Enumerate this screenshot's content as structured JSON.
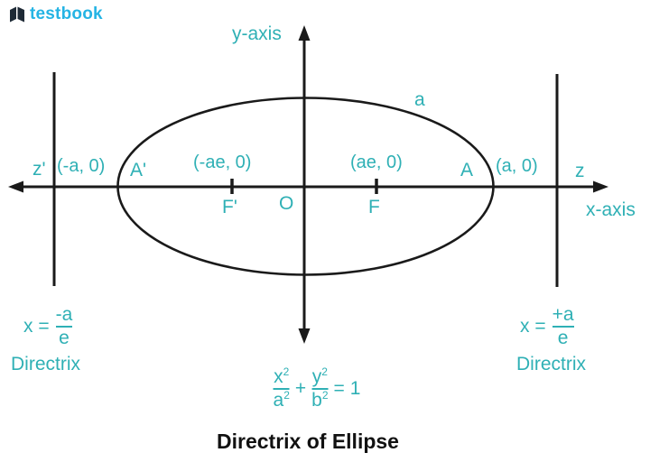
{
  "brand": {
    "name": "testbook",
    "logo_icon": "open-book-icon",
    "text_color": "#25b4e4",
    "icon_color": "#1e2a36"
  },
  "colors": {
    "label_teal": "#2fb0b5",
    "line_black": "#1a1a1a",
    "title_black": "#111111"
  },
  "axes": {
    "y_axis_label": "y-axis",
    "x_axis_label": "x-axis",
    "z_left_label": "z'",
    "z_right_label": "z"
  },
  "ellipse": {
    "semi_major_label": "a",
    "origin_label": "O",
    "vertex_left_label": "A'",
    "vertex_left_coord": "(-a, 0)",
    "vertex_right_label": "A",
    "vertex_right_coord": "(a, 0)",
    "focus_left_label": "F'",
    "focus_left_coord": "(-ae, 0)",
    "focus_right_label": "F",
    "focus_right_coord": "(ae, 0)"
  },
  "directrix_left": {
    "prefix": "x =",
    "numerator": "-a",
    "denominator": "e",
    "caption": "Directrix"
  },
  "directrix_right": {
    "prefix": "x =",
    "numerator": "+a",
    "denominator": "e",
    "caption": "Directrix"
  },
  "equation": {
    "n1": "x",
    "n1s": "2",
    "d1": "a",
    "d1s": "2",
    "plus": "+",
    "n2": "y",
    "n2s": "2",
    "d2": "b",
    "d2s": "2",
    "eq": "=",
    "one": "1"
  },
  "title": "Directrix of Ellipse"
}
